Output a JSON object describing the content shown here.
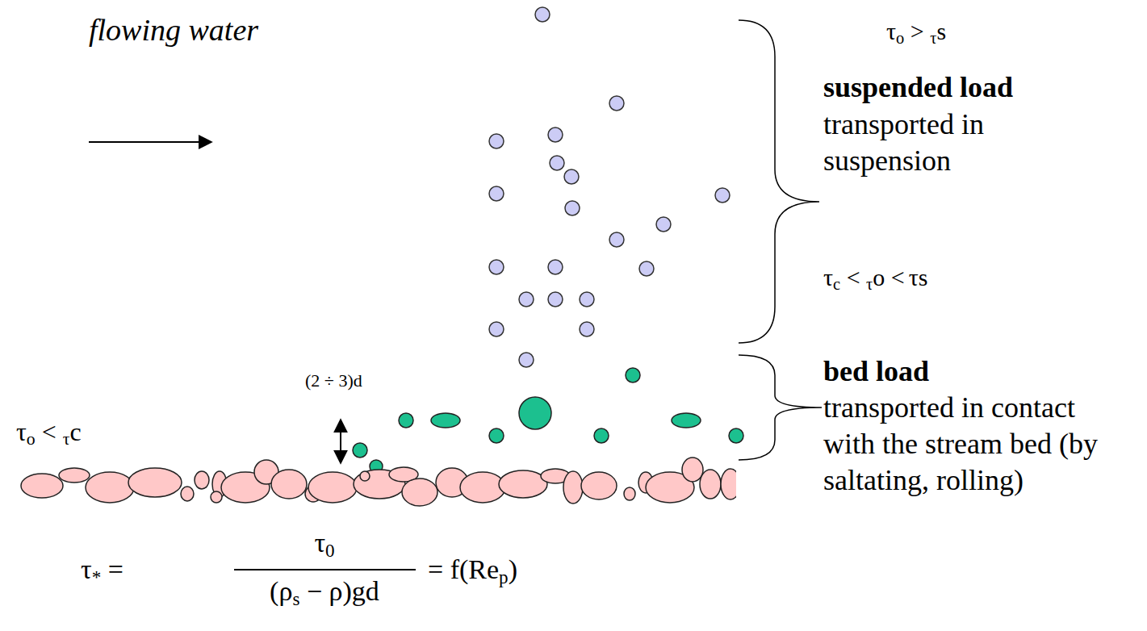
{
  "diagram": {
    "labels": [
      "flowing water",
      "τo > τs",
      "suspended load",
      "transported in suspension",
      "τc < τo < τs",
      "bed load",
      "transported in contact with the stream bed (by saltating, rolling)",
      "(2 ÷ 3)d",
      "τo < τc",
      "τ* =",
      "τ0",
      "(ρs − ρ)gd",
      "= f(Rep)"
    ]
  }
}
